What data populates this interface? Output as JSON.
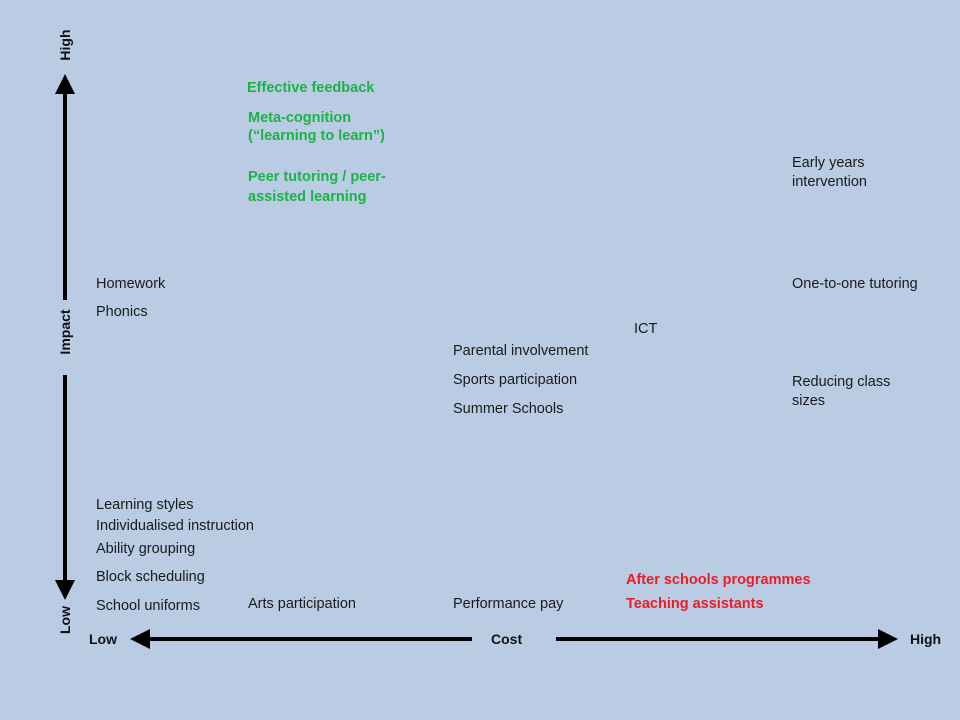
{
  "axes": {
    "y_title": "Impact",
    "y_high": "High",
    "y_low": "Low",
    "x_title": "Cost",
    "x_low": "Low",
    "x_high": "High"
  },
  "colors": {
    "background": "#b9cce4",
    "green": "#1db248",
    "red": "#ee1c24",
    "text": "#1a1a1a"
  },
  "labels": {
    "effective_feedback": "Effective feedback",
    "metacognition_1": "Meta-cognition",
    "metacognition_2": "(“learning to learn”)",
    "peer_tutoring_1": "Peer tutoring / peer-",
    "peer_tutoring_2": "assisted learning",
    "early_years_1": "Early years",
    "early_years_2": "intervention",
    "homework": "Homework",
    "phonics": "Phonics",
    "one_to_one": "One-to-one tutoring",
    "ict": "ICT",
    "parental": "Parental involvement",
    "sports": "Sports participation",
    "summer": "Summer Schools",
    "class_sizes_1": "Reducing class",
    "class_sizes_2": "sizes",
    "learning_styles": "Learning styles",
    "individualised": "Individualised instruction",
    "ability_grouping": "Ability grouping",
    "block_scheduling": "Block scheduling",
    "school_uniforms": "School uniforms",
    "arts": "Arts participation",
    "performance_pay": "Performance pay",
    "after_schools": "After schools programmes",
    "teaching_assistants": "Teaching assistants"
  }
}
